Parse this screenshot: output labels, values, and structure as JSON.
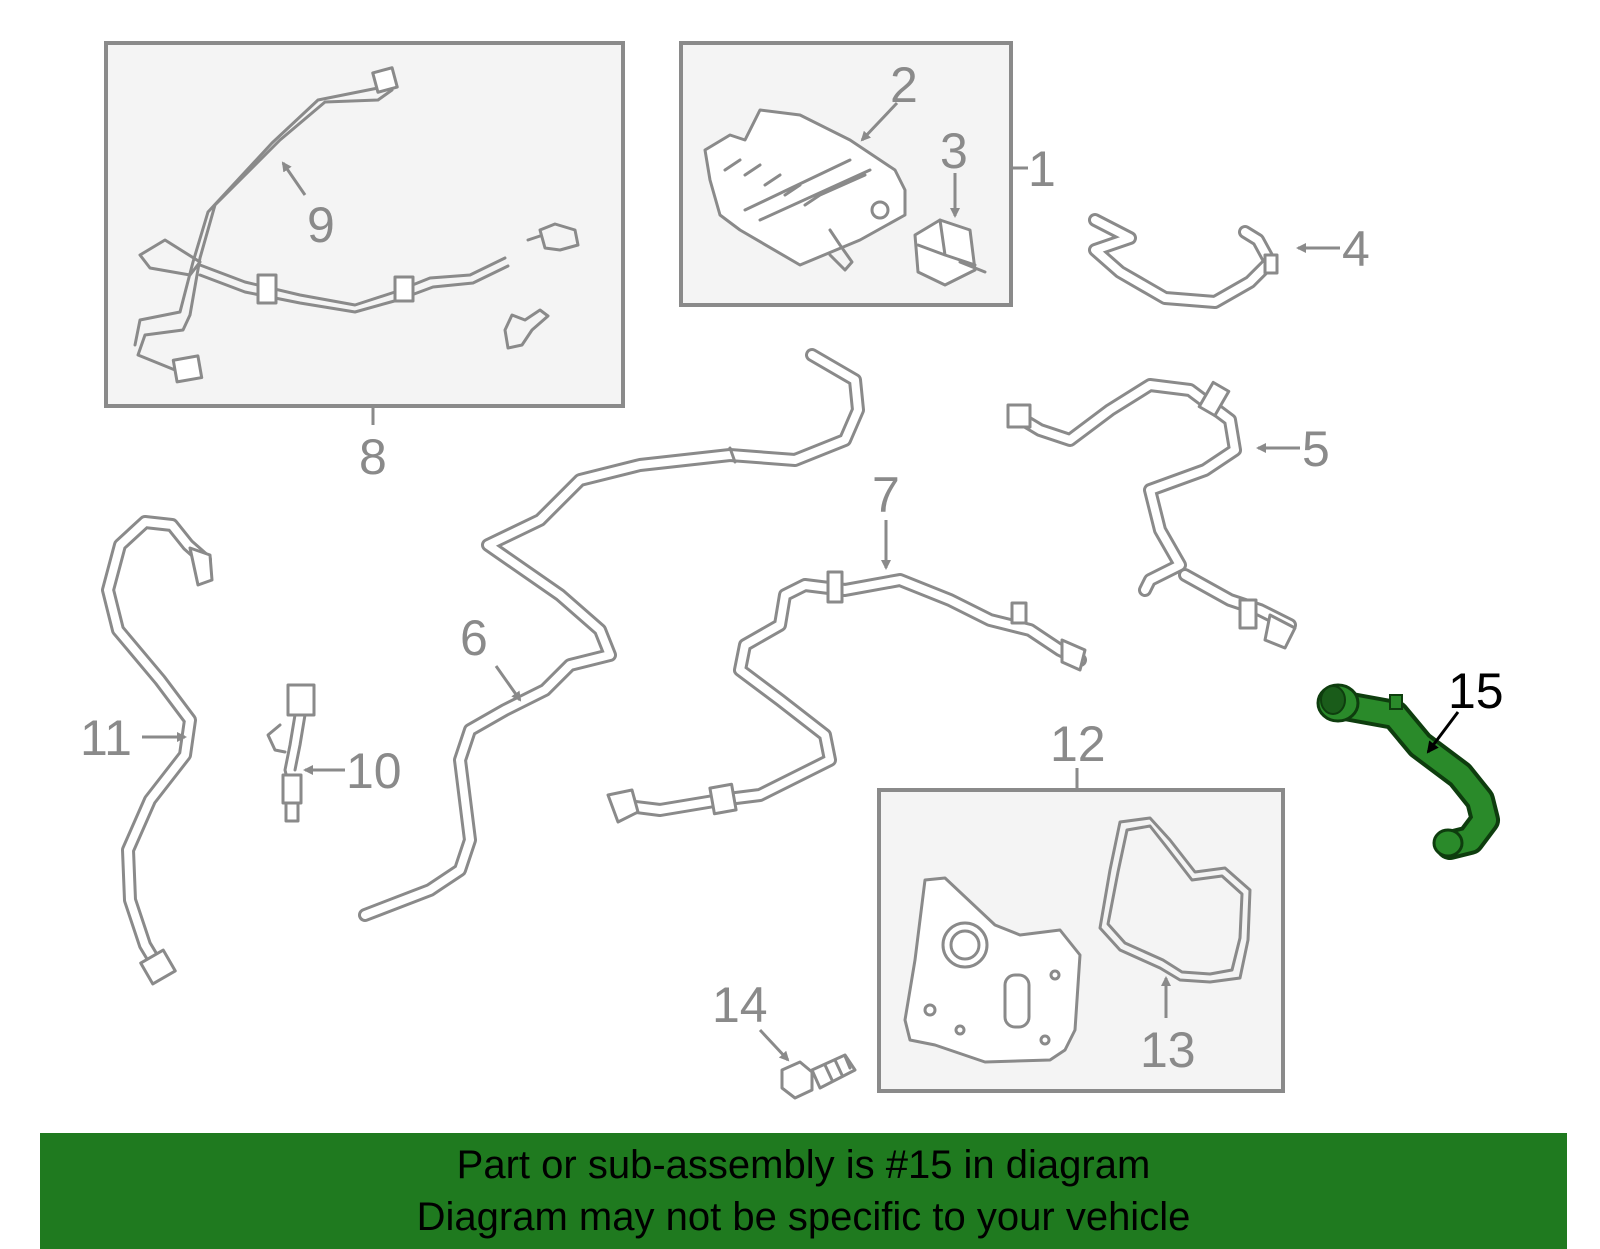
{
  "callouts": {
    "c1": "1",
    "c2": "2",
    "c3": "3",
    "c4": "4",
    "c5": "5",
    "c6": "6",
    "c7": "7",
    "c8": "8",
    "c9": "9",
    "c10": "10",
    "c11": "11",
    "c12": "12",
    "c13": "13",
    "c14": "14",
    "c15": "15"
  },
  "highlight": {
    "part": "15",
    "color": "#1f7a1f"
  },
  "banner": {
    "line1": "Part or sub-assembly is #15 in diagram",
    "line2": "Diagram may not be specific to your vehicle",
    "background": "#1f7a1f"
  }
}
